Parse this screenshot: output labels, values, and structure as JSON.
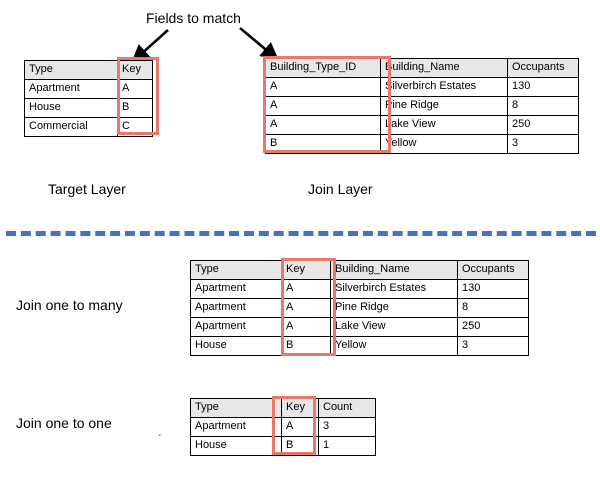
{
  "callout": {
    "title": "Fields to match",
    "arrow_left_name": "arrow-to-target-key",
    "arrow_right_name": "arrow-to-join-key"
  },
  "target_layer": {
    "caption": "Target Layer",
    "headers": [
      "Type",
      "Key"
    ],
    "rows": [
      [
        "Apartment",
        "A"
      ],
      [
        "House",
        "B"
      ],
      [
        "Commercial",
        "C"
      ]
    ],
    "highlight_column": "Key"
  },
  "join_layer": {
    "caption": "Join Layer",
    "headers": [
      "Building_Type_ID",
      "Building_Name",
      "Occupants"
    ],
    "rows": [
      [
        "A",
        "Silverbirch Estates",
        "130"
      ],
      [
        "A",
        "Pine Ridge",
        "8"
      ],
      [
        "A",
        "Lake View",
        "250"
      ],
      [
        "B",
        "Yellow",
        "3"
      ]
    ],
    "highlight_column": "Building_Type_ID"
  },
  "one_to_many": {
    "caption": "Join one to many",
    "headers": [
      "Type",
      "Key",
      "Building_Name",
      "Occupants"
    ],
    "rows": [
      [
        "Apartment",
        "A",
        "Silverbirch Estates",
        "130"
      ],
      [
        "Apartment",
        "A",
        "Pine Ridge",
        "8"
      ],
      [
        "Apartment",
        "A",
        "Lake View",
        "250"
      ],
      [
        "House",
        "B",
        "Yellow",
        "3"
      ]
    ],
    "highlight_column": "Key"
  },
  "one_to_one": {
    "caption": "Join one to one",
    "headers": [
      "Type",
      "Key",
      "Count"
    ],
    "rows": [
      [
        "Apartment",
        "A",
        "3"
      ],
      [
        "House",
        "B",
        "1"
      ]
    ],
    "highlight_column": "Key"
  },
  "stray_dot": ".",
  "colors": {
    "highlight": "#e8776c",
    "divider": "#4472c4",
    "header_fill": "#e7e7e7",
    "border": "#000000",
    "text": "#000000"
  }
}
